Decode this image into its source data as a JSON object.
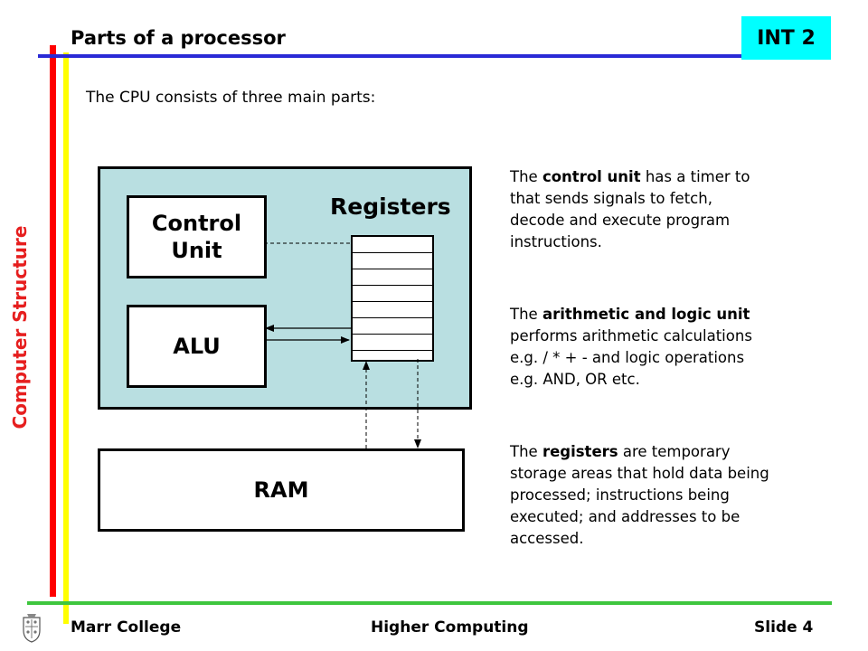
{
  "slide": {
    "title": "Parts of a processor",
    "badge": "INT 2",
    "side_label": "Computer Structure",
    "intro": "The CPU consists of three main parts:"
  },
  "diagram": {
    "control_unit": [
      "Control",
      "Unit"
    ],
    "alu": "ALU",
    "registers": "Registers",
    "ram": "RAM",
    "register_rows": 7
  },
  "descriptions": {
    "control_unit": [
      [
        {
          "t": "The "
        },
        {
          "t": "control unit",
          "b": true
        },
        {
          "t": " has a timer to"
        }
      ],
      [
        {
          "t": "that sends signals to fetch,"
        }
      ],
      [
        {
          "t": "decode and execute program"
        }
      ],
      [
        {
          "t": "instructions."
        }
      ]
    ],
    "alu": [
      [
        {
          "t": "The "
        },
        {
          "t": "arithmetic and logic unit",
          "b": true
        }
      ],
      [
        {
          "t": "performs arithmetic calculations"
        }
      ],
      [
        {
          "t": "e.g. / * + - and logic operations"
        }
      ],
      [
        {
          "t": "e.g. AND, OR etc."
        }
      ]
    ],
    "registers": [
      [
        {
          "t": "The "
        },
        {
          "t": "registers",
          "b": true
        },
        {
          "t": " are temporary"
        }
      ],
      [
        {
          "t": "storage areas that hold data being"
        }
      ],
      [
        {
          "t": "processed; instructions being"
        }
      ],
      [
        {
          "t": "executed; and addresses to be"
        }
      ],
      [
        {
          "t": "accessed."
        }
      ]
    ]
  },
  "footer": {
    "left": "Marr College",
    "center": "Higher Computing",
    "right": "Slide 4"
  },
  "colors": {
    "cpu_fill": "#b9dfe1",
    "badge_fill": "#00ffff",
    "side_label": "#e61e1e",
    "bar_red": "#ff0000",
    "bar_yellow": "#ffff00",
    "line_top": "#2a2ad6",
    "line_bottom": "#3ec63e"
  },
  "icons": {
    "footer_logo": "college-crest-icon"
  }
}
